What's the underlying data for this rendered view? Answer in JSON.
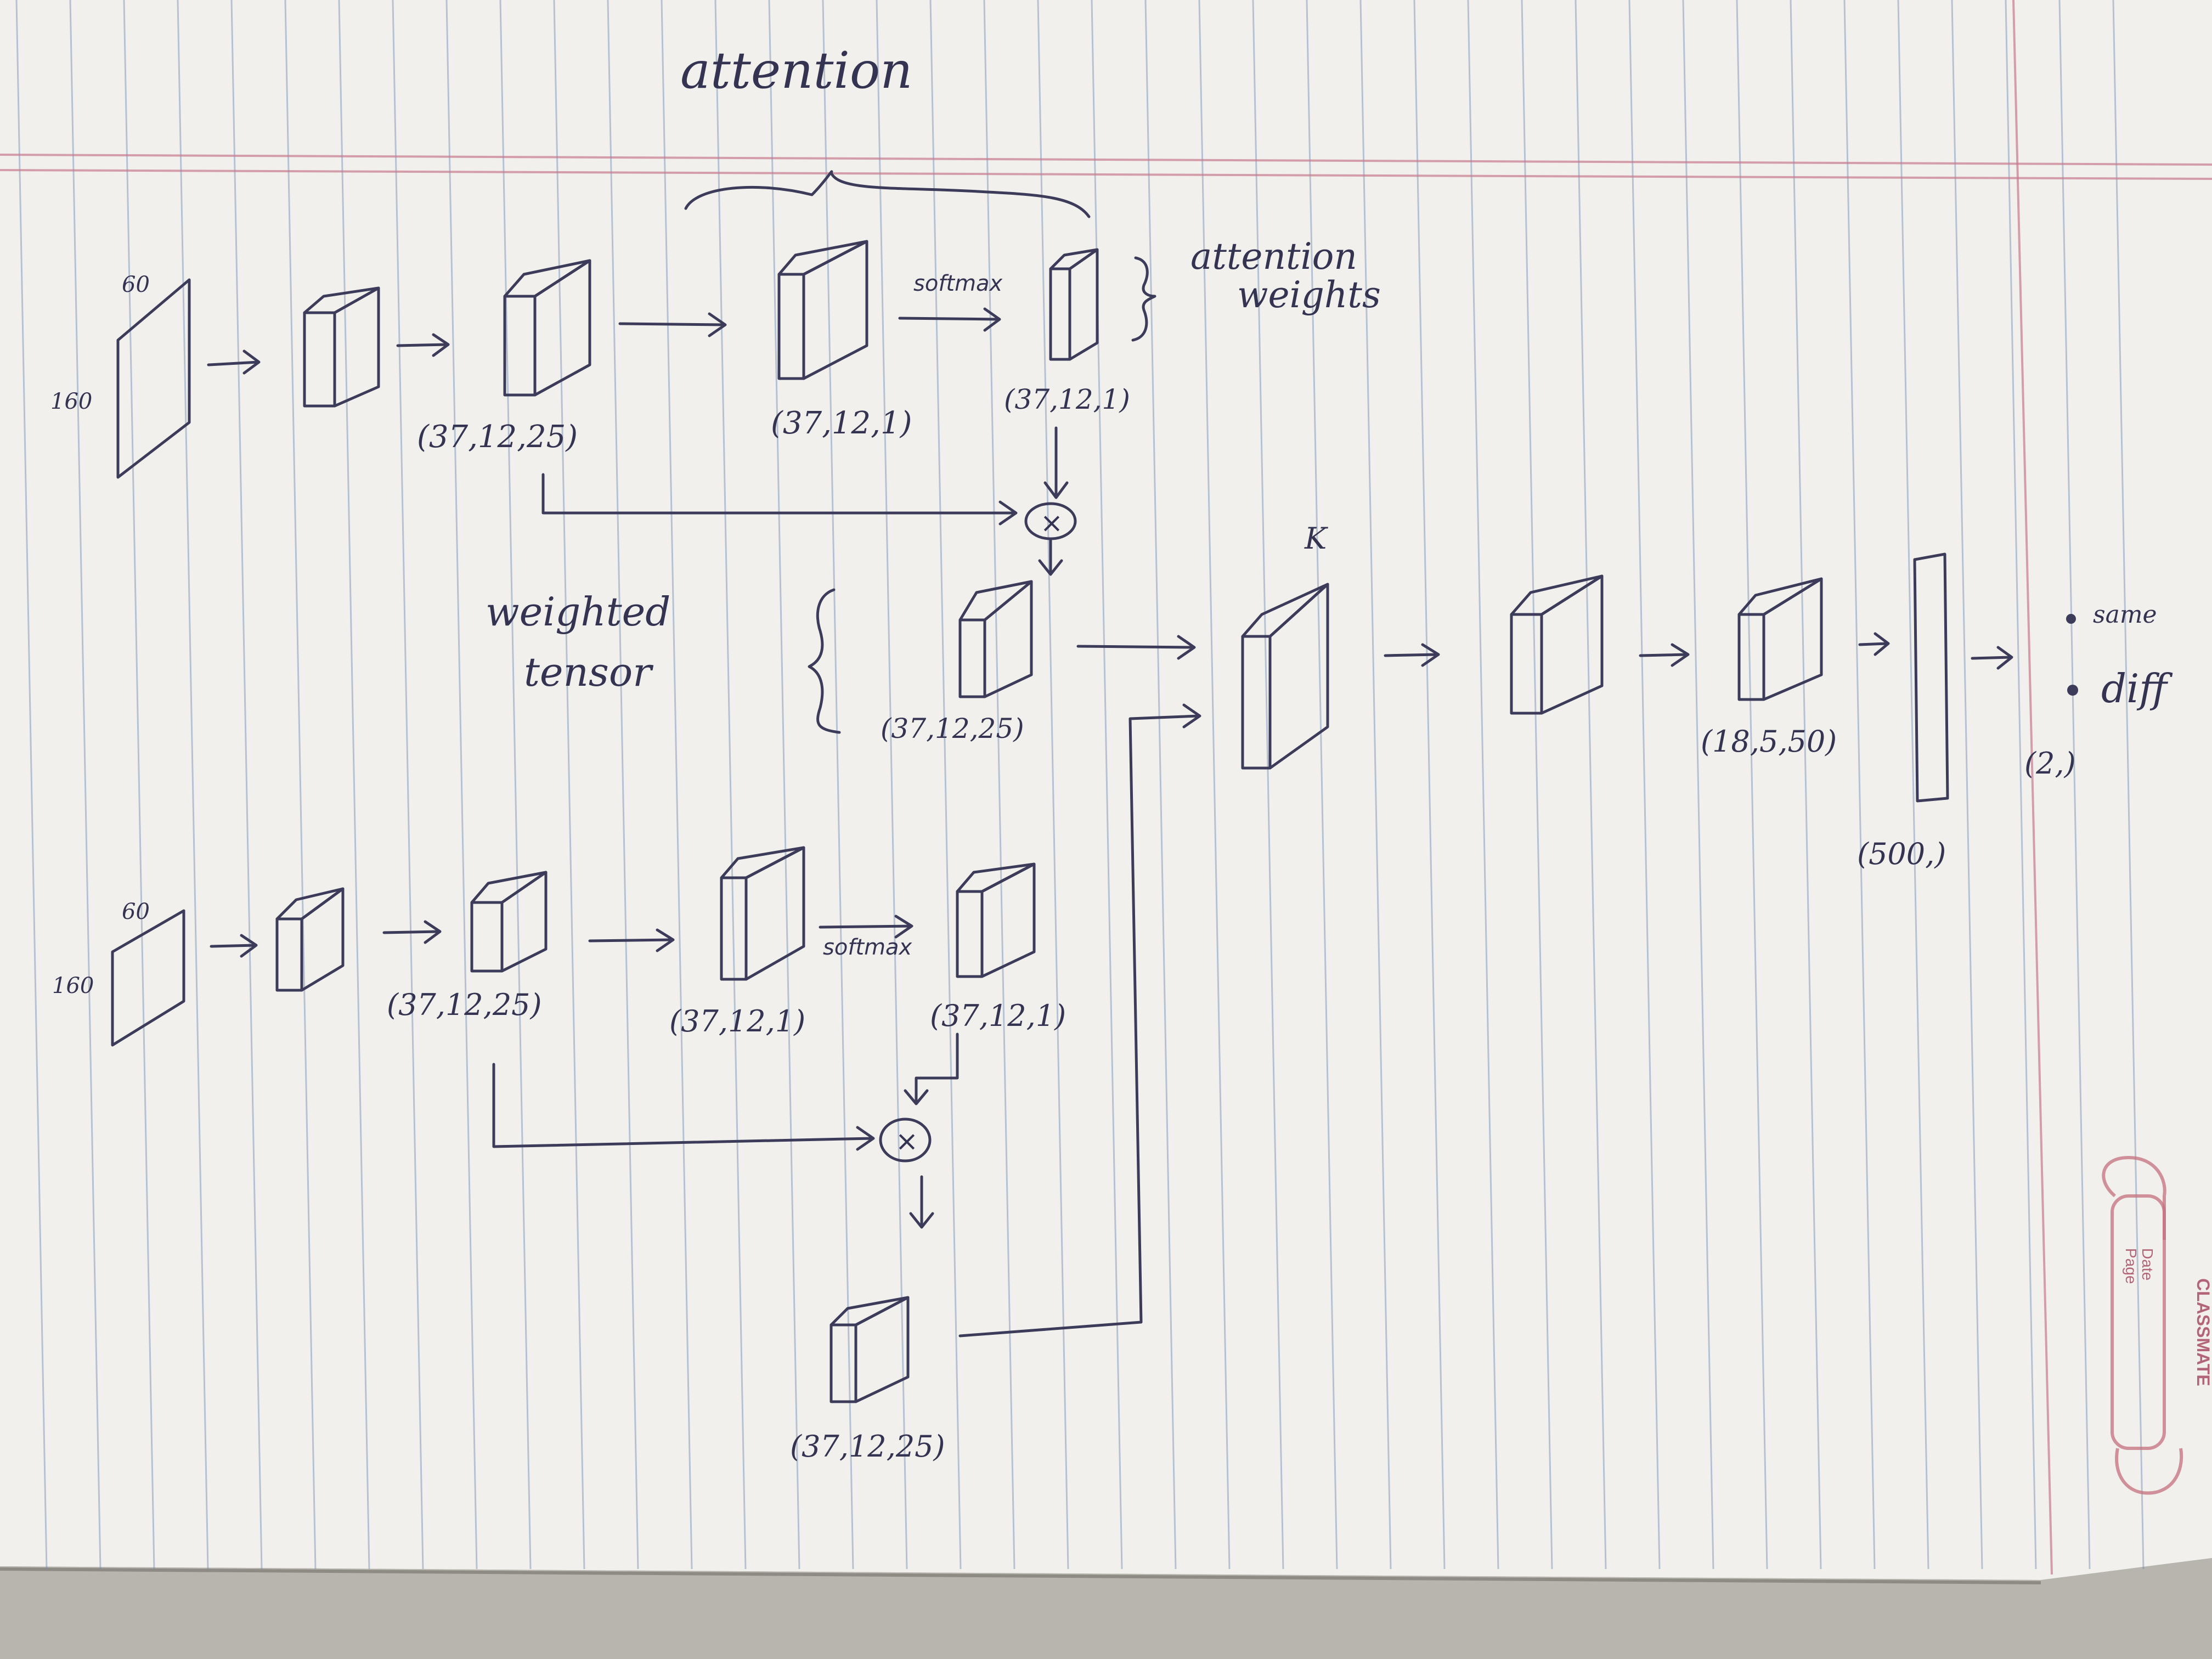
{
  "heading": "attention",
  "annotations": {
    "attention_weights_line1": "attention",
    "attention_weights_line2": "weights",
    "weighted_tensor_line1": "weighted",
    "weighted_tensor_line2": "tensor",
    "softmax_top": "softmax",
    "softmax_bottom": "softmax",
    "kernel_mark": "K"
  },
  "input_dims": {
    "top_width": "60",
    "top_height": "160",
    "bottom_width": "60",
    "bottom_height": "160"
  },
  "shapes": {
    "top_conv": "(37,12,25)",
    "top_reduce": "(37,12,1)",
    "top_weights": "(37,12,1)",
    "top_weighted": "(37,12,25)",
    "bottom_conv": "(37,12,25)",
    "bottom_reduce": "(37,12,1)",
    "bottom_weights": "(37,12,1)",
    "bottom_weighted": "(37,12,25)",
    "merged_conv3": "(18,5,50)",
    "dense": "(500,)",
    "output": "(2,)"
  },
  "operators": {
    "multiply_top": "×",
    "multiply_bottom": "×"
  },
  "outputs": {
    "class_same": "same",
    "class_diff": "diff"
  },
  "stamp": {
    "brand": "CLASSMATE",
    "date_label": "Date",
    "page_label": "Page"
  },
  "colors": {
    "paper": "#f2f0ec",
    "ink": "#3c3c5a",
    "rule_lines": "#6f8ab4",
    "margin_line": "#c77a8e"
  }
}
